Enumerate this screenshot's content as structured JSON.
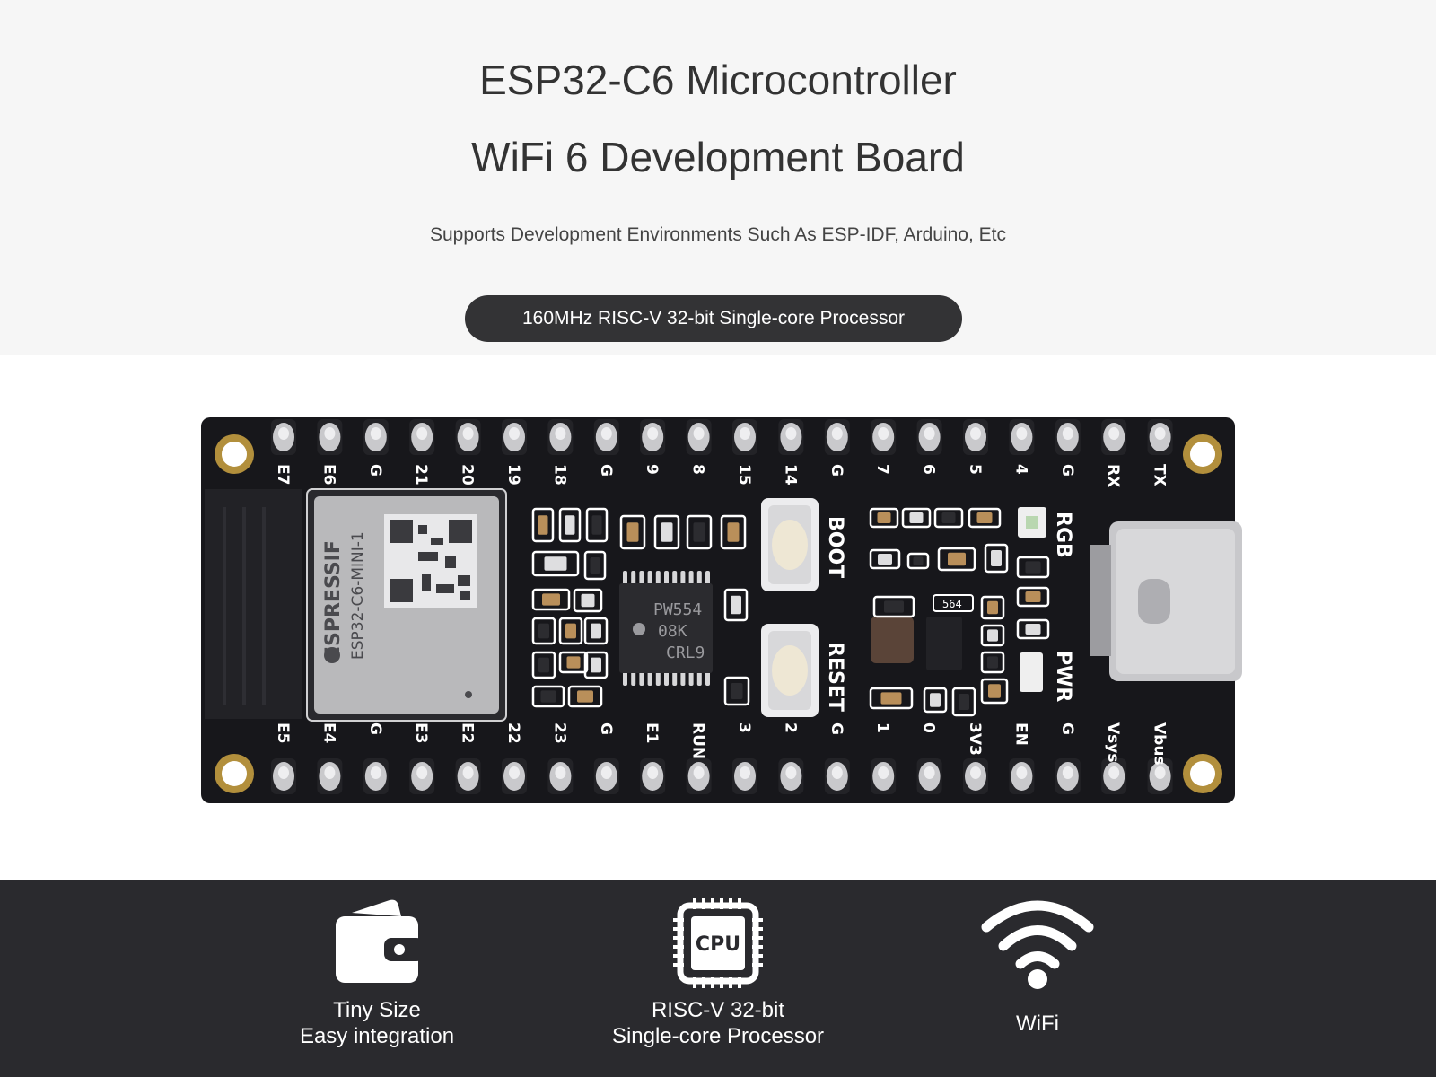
{
  "header": {
    "title_line1": "ESP32-C6 Microcontroller",
    "title_line2": "WiFi 6 Development Board",
    "subtitle": "Supports Development Environments Such As ESP-IDF, Arduino, Etc",
    "badge": "160MHz RISC-V 32-bit Single-core Processor"
  },
  "board": {
    "top_pins": [
      "E7",
      "E6",
      "G",
      "21",
      "20",
      "19",
      "18",
      "G",
      "9",
      "8",
      "15",
      "14",
      "G",
      "7",
      "6",
      "5",
      "4",
      "G",
      "RX",
      "TX"
    ],
    "bottom_pins": [
      "E5",
      "E4",
      "G",
      "E3",
      "E2",
      "22",
      "23",
      "G",
      "E1",
      "RUN",
      "3",
      "2",
      "G",
      "1",
      "0",
      "3V3",
      "EN",
      "G",
      "Vsys",
      "Vbus"
    ],
    "silkscreen": {
      "boot": "BOOT",
      "reset": "RESET",
      "rgb": "RGB",
      "pwr": "PWR"
    },
    "module": {
      "brand": "ESPRESSIF",
      "model": "ESP32-C6-MINI-1"
    },
    "chip_marking": [
      "PW554",
      "08K",
      "CRL9"
    ],
    "small_marking": "564",
    "colors": {
      "pcb": "#17171b",
      "shield": "#b9b9bb",
      "pad": "#c9c9cc",
      "hole_ring": "#b28f3c",
      "usb": "#c8c8cb"
    }
  },
  "features": [
    {
      "icon": "wallet-icon",
      "line1": "Tiny Size",
      "line2": "Easy integration"
    },
    {
      "icon": "cpu-icon",
      "icon_text": "CPU",
      "line1": "RISC-V 32-bit",
      "line2": "Single-core Processor"
    },
    {
      "icon": "wifi-icon",
      "line1": "WiFi",
      "line2": ""
    }
  ]
}
